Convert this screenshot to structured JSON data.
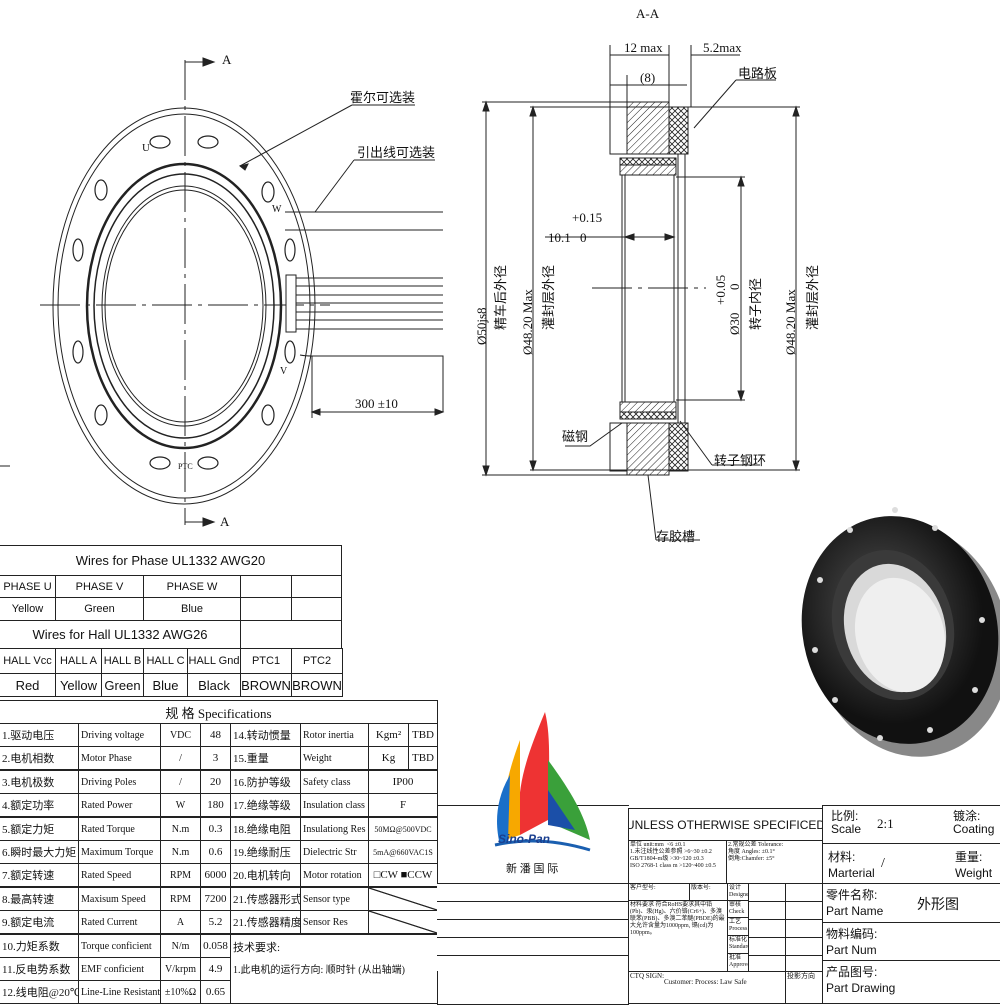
{
  "drawing": {
    "section_title": "A-A",
    "section_marker": "A",
    "front_view": {
      "hall_label": "霍尔可选装",
      "leadwire_label": "引出线可选装",
      "phase_u": "U",
      "phase_w": "W",
      "phase_v": "V",
      "ptc": "PTC",
      "lead_length": "300 ±10"
    },
    "section_view": {
      "width_max": "12 max",
      "pcb_max": "5.2max",
      "core_width": "(8)",
      "pcb_label": "电路板",
      "dim_upper": "+0.15",
      "dim_base": "10.1",
      "dim_lower": "0",
      "d50": "Ø50js8",
      "d50_note": "精车后外径",
      "d48_left": "Ø48.20 Max",
      "d48_left_note": "灌封层外径",
      "d30_upper": "+0.05",
      "d30_lower": "0",
      "d30": "Ø30",
      "d30_note": "转子内径",
      "d48_right": "Ø48.20 Max",
      "d48_right_note": "灌封层外径",
      "magnet_label": "磁钢",
      "rotor_ring_label": "转子钢环",
      "glue_groove_label": "存胶槽"
    }
  },
  "wires": {
    "phase_title": "Wires for Phase UL1332 AWG20",
    "phase_headers": [
      "PHASE U",
      "PHASE V",
      "PHASE W"
    ],
    "phase_colors": [
      "Yellow",
      "Green",
      "Blue"
    ],
    "hall_title": "Wires for Hall UL1332 AWG26",
    "hall_headers": [
      "HALL Vcc",
      "HALL A",
      "HALL B",
      "HALL C",
      "HALL Gnd",
      "PTC1",
      "PTC2"
    ],
    "hall_colors": [
      "Red",
      "Yellow",
      "Green",
      "Blue",
      "Black",
      "BROWN",
      "BROWN"
    ]
  },
  "specs": {
    "title": "规 格 Specifications",
    "left": [
      {
        "cn": "1.驱动电压",
        "en": "Driving voltage",
        "unit": "VDC",
        "value": "48"
      },
      {
        "cn": "2.电机相数",
        "en": "Motor Phase",
        "unit": "/",
        "value": "3"
      },
      {
        "cn": "3.电机极数",
        "en": "Driving Poles",
        "unit": "/",
        "value": "20"
      },
      {
        "cn": "4.额定功率",
        "en": "Rated Power",
        "unit": "W",
        "value": "180"
      },
      {
        "cn": "5.额定力矩",
        "en": "Rated Torque",
        "unit": "N.m",
        "value": "0.3"
      },
      {
        "cn": "6.瞬时最大力矩",
        "en": "Maximum Torque",
        "unit": "N.m",
        "value": "0.6"
      },
      {
        "cn": "7.额定转速",
        "en": "Rated Speed",
        "unit": "RPM",
        "value": "6000"
      },
      {
        "cn": "8.最高转速",
        "en": "Maxisum Speed",
        "unit": "RPM",
        "value": "7200"
      },
      {
        "cn": "9.额定电流",
        "en": "Rated Current",
        "unit": "A",
        "value": "5.2"
      },
      {
        "cn": "10.力矩系数",
        "en": "Torque conficient",
        "unit": "N/m",
        "value": "0.058"
      },
      {
        "cn": "11.反电势系数",
        "en": "EMF conficient",
        "unit": "V/krpm",
        "value": "4.9"
      },
      {
        "cn": "12.线电阻@20℃",
        "en": "Line-Line Resistant",
        "unit": "±10%Ω",
        "value": "0.65"
      }
    ],
    "right": [
      {
        "cn": "14.转动惯量",
        "en": "Rotor inertia",
        "unit": "Kgm²",
        "value": "TBD"
      },
      {
        "cn": "15.重量",
        "en": "Weight",
        "unit": "Kg",
        "value": "TBD"
      },
      {
        "cn": "16.防护等级",
        "en": "Safety class",
        "value": "IP00"
      },
      {
        "cn": "17.绝缘等级",
        "en": "Insulation class",
        "value": "F"
      },
      {
        "cn": "18.绝缘电阻",
        "en": "Insulationg Res",
        "value": "50MΩ@500VDC"
      },
      {
        "cn": "19.绝缘耐压",
        "en": "Dielectric Str",
        "value": "5mA@660VAC1S"
      },
      {
        "cn": "20.电机转向",
        "en": "Motor rotation",
        "value": "□CW    ■CCW"
      },
      {
        "cn": "21.传感器形式",
        "en": "Sensor type",
        "value": ""
      },
      {
        "cn": "21.传感器精度",
        "en": "Sensor Res",
        "value": ""
      }
    ],
    "tech_req_title": "技术要求:",
    "tech_req_1": "1.此电机的运行方向: 顺时针 (从出轴端)"
  },
  "logo": {
    "text": "Sino-Pan",
    "subtitle": "新 潘 国 际"
  },
  "title_block": {
    "unless": "UNLESS OTHERWISE SPECIFICED",
    "tolerance_left": "单位 unit:mm  <6 ±0.1\n1.未注线性公差参照 >6~30 ±0.2\nGB/T1804-m级 >30~120 ±0.3\nISO 2768-1 class m >120~400 ±0.5",
    "tolerance_right": "2.常规公差 Tolerance:\n角度 Angles: ±0.1°\n倒角:Chamfer: ±5°",
    "customer_model": "客户型号:",
    "version": "版本号:",
    "designer": "设计 Designer",
    "check": "审核 Check",
    "process": "工艺 Process",
    "standard": "标准化 Standard",
    "approve": "批准 Approve",
    "material_req": "材料要求\n符合RoHS要求其中铅(Pb)、汞(Hg)、六价铬(Cr6+)、多溴联苯(PBB)、多溴二苯醚(PBDE)的最大允许含量为1000ppm, 镉(cd)为100ppm。",
    "ctq": "CTQ SIGN:",
    "ctq_items": "Customer:  Process:  Law  Safe",
    "projection": "投影方向",
    "scale_cn": "比例:",
    "scale_en": "Scale",
    "scale_value": "2:1",
    "coating_cn": "镀涂:",
    "coating_en": "Coating",
    "material_cn": "材料:",
    "material_en": "Marterial",
    "material_value": "/",
    "weight_cn": "重量:",
    "weight_en": "Weight",
    "part_name_cn": "零件名称:",
    "part_name_en": "Part Name",
    "part_name_value": "外形图",
    "part_num_cn": "物料编码:",
    "part_num_en": "Part Num",
    "part_drawing_cn": "产品图号:",
    "part_drawing_en": "Part Drawing"
  }
}
